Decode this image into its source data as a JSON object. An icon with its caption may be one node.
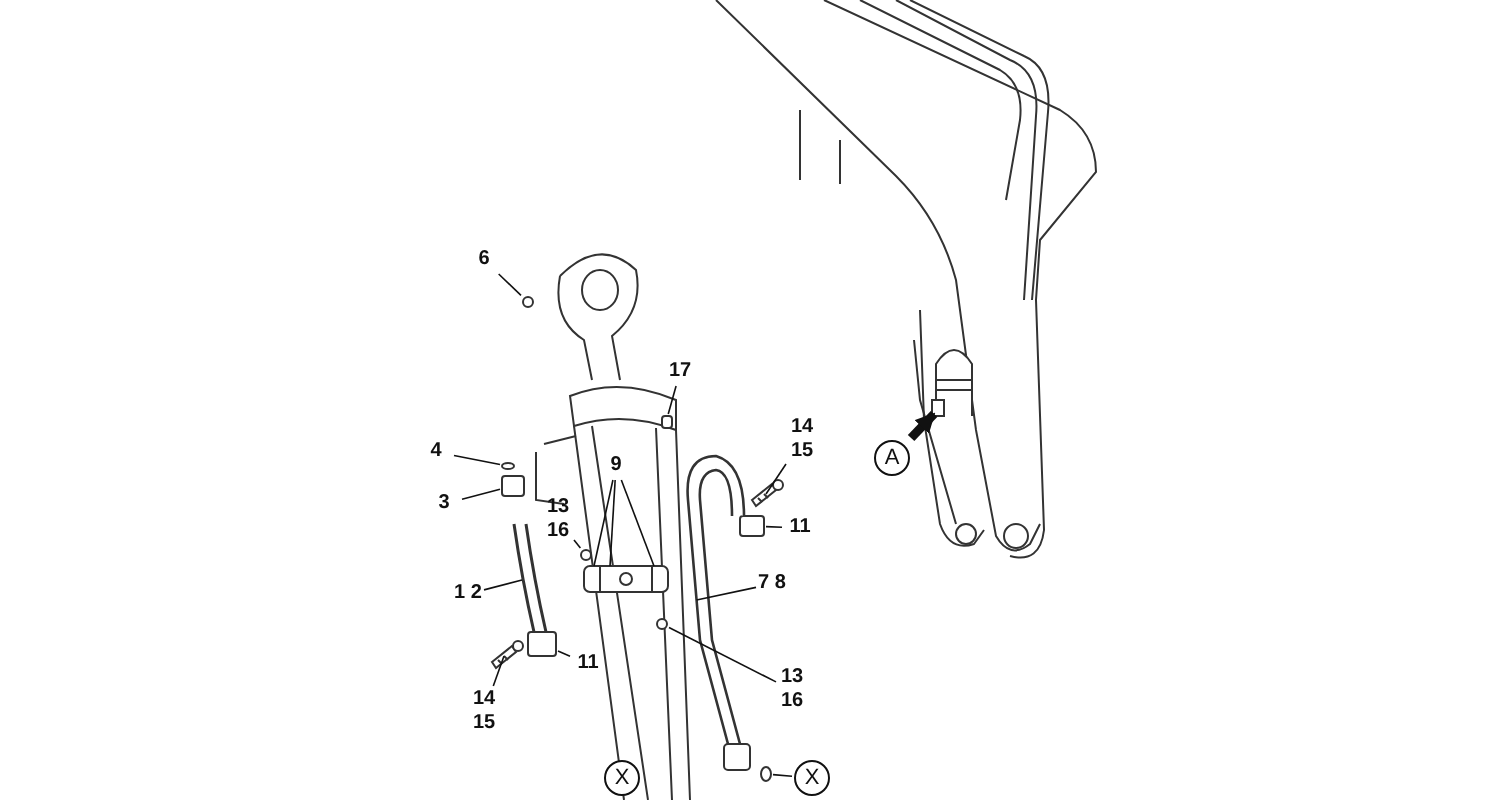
{
  "diagram": {
    "nodes": [
      {
        "text": [
          "6"
        ]
      },
      {
        "text": [
          "17"
        ]
      },
      {
        "text": [
          "4"
        ]
      },
      {
        "text": [
          "14 15"
        ]
      },
      {
        "text": [
          "3"
        ]
      },
      {
        "text": [
          "A"
        ]
      },
      {
        "text": [
          "9"
        ]
      },
      {
        "text": [
          "13 16"
        ]
      },
      {
        "text": [
          "11"
        ]
      },
      {
        "text": [
          "1 2"
        ]
      },
      {
        "text": [
          "7 8"
        ]
      },
      {
        "text": [
          "11"
        ]
      },
      {
        "text": [
          "13 16"
        ]
      },
      {
        "text": [
          "14 15"
        ]
      },
      {
        "text": [
          "X"
        ]
      },
      {
        "text": [
          "X"
        ]
      },
      {
        "text": [],
        "shape": "circle"
      },
      {
        "text": [],
        "shape": "box"
      },
      {
        "text": [],
        "shape": "circle"
      },
      {
        "text": [],
        "shape": "box"
      },
      {
        "text": [],
        "shape": "picture"
      },
      {
        "text": [],
        "shape": "picture"
      },
      {
        "text": [],
        "shape": "picture"
      },
      {
        "text": [],
        "shape": "circle"
      },
      {
        "text": [],
        "shape": "box"
      },
      {
        "text": [],
        "shape": "picture"
      },
      {
        "text": [],
        "shape": "picture"
      },
      {
        "text": [],
        "shape": "box"
      },
      {
        "text": [],
        "shape": "circle"
      },
      {
        "text": [],
        "shape": "picture"
      },
      {
        "text": [],
        "shape": "circle"
      }
    ],
    "edges": [
      {
        "from": 0,
        "to": 16,
        "arrow": "none"
      },
      {
        "from": 1,
        "to": 17,
        "arrow": "none"
      },
      {
        "from": 2,
        "to": 18,
        "arrow": "none"
      },
      {
        "from": 3,
        "to": 20,
        "arrow": "none"
      },
      {
        "from": 4,
        "to": 19,
        "arrow": "none"
      },
      {
        "from": 5,
        "to": 21,
        "arrow": "to",
        "style": "thick"
      },
      {
        "from": 6,
        "to": 22,
        "arrow": "none"
      },
      {
        "from": 6,
        "to": 22,
        "arrow": "none"
      },
      {
        "from": 6,
        "to": 22,
        "arrow": "none"
      },
      {
        "from": 7,
        "to": 23,
        "arrow": "none"
      },
      {
        "from": 8,
        "to": 24,
        "arrow": "none"
      },
      {
        "from": 9,
        "to": 25,
        "arrow": "none"
      },
      {
        "from": 10,
        "to": 26,
        "arrow": "none"
      },
      {
        "from": 11,
        "to": 27,
        "arrow": "none"
      },
      {
        "from": 12,
        "to": 28,
        "arrow": "none"
      },
      {
        "from": 13,
        "to": 29,
        "arrow": "none"
      },
      {
        "from": 15,
        "to": 30,
        "arrow": "none"
      }
    ]
  }
}
